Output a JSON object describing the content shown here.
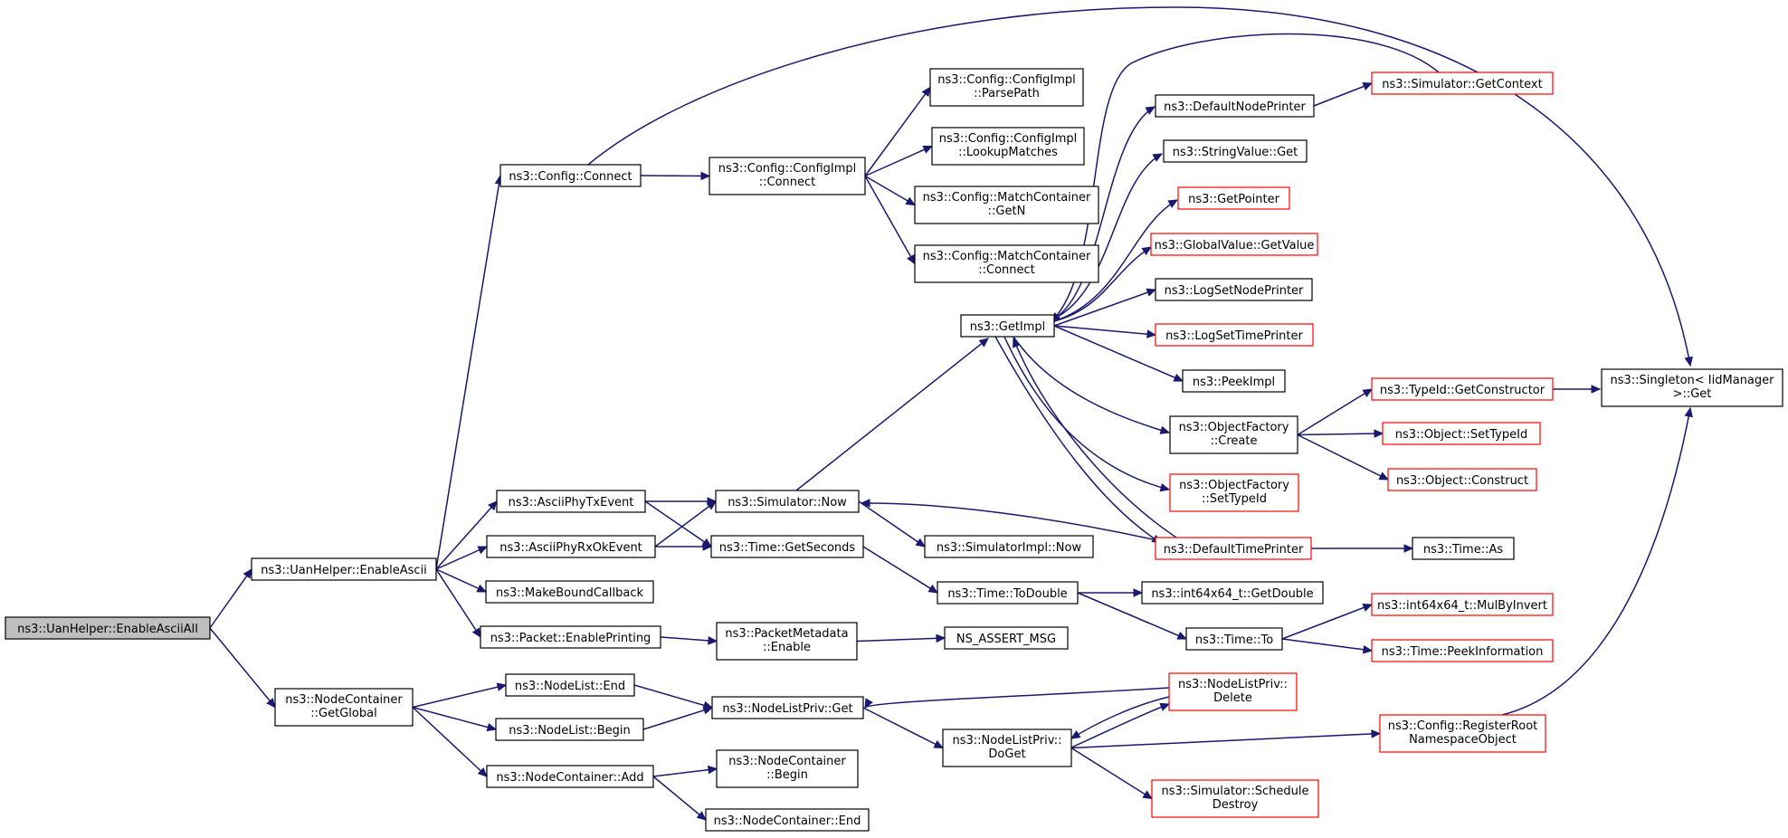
{
  "colors": {
    "edge": "#191970",
    "boxBorder": "#000000",
    "truncatedBorder": "#ff0000",
    "rootFill": "#bfbfbf"
  },
  "nodes": [
    {
      "id": "root",
      "lines": [
        "ns3::UanHelper::EnableAsciiAll"
      ],
      "kind": "root"
    },
    {
      "id": "enableAscii",
      "lines": [
        "ns3::UanHelper::EnableAscii"
      ],
      "kind": "normal"
    },
    {
      "id": "ncGlobal",
      "lines": [
        "ns3::NodeContainer",
        "::GetGlobal"
      ],
      "kind": "normal"
    },
    {
      "id": "cfgConnect",
      "lines": [
        "ns3::Config::Connect"
      ],
      "kind": "normal"
    },
    {
      "id": "phyTx",
      "lines": [
        "ns3::AsciiPhyTxEvent"
      ],
      "kind": "normal"
    },
    {
      "id": "phyRxOk",
      "lines": [
        "ns3::AsciiPhyRxOkEvent"
      ],
      "kind": "normal"
    },
    {
      "id": "mkBound",
      "lines": [
        "ns3::MakeBoundCallback"
      ],
      "kind": "normal"
    },
    {
      "id": "pktPrint",
      "lines": [
        "ns3::Packet::EnablePrinting"
      ],
      "kind": "normal"
    },
    {
      "id": "nlEnd",
      "lines": [
        "ns3::NodeList::End"
      ],
      "kind": "normal"
    },
    {
      "id": "nlBegin",
      "lines": [
        "ns3::NodeList::Begin"
      ],
      "kind": "normal"
    },
    {
      "id": "ncAdd",
      "lines": [
        "ns3::NodeContainer::Add"
      ],
      "kind": "normal"
    },
    {
      "id": "cfgImplConnect",
      "lines": [
        "ns3::Config::ConfigImpl",
        "::Connect"
      ],
      "kind": "normal"
    },
    {
      "id": "simNow",
      "lines": [
        "ns3::Simulator::Now"
      ],
      "kind": "normal"
    },
    {
      "id": "timeGetSec",
      "lines": [
        "ns3::Time::GetSeconds"
      ],
      "kind": "normal"
    },
    {
      "id": "pmEnable",
      "lines": [
        "ns3::PacketMetadata",
        "::Enable"
      ],
      "kind": "normal"
    },
    {
      "id": "nlpGet",
      "lines": [
        "ns3::NodeListPriv::Get"
      ],
      "kind": "normal"
    },
    {
      "id": "ncBegin",
      "lines": [
        "ns3::NodeContainer",
        "::Begin"
      ],
      "kind": "normal"
    },
    {
      "id": "ncEnd",
      "lines": [
        "ns3::NodeContainer::End"
      ],
      "kind": "normal"
    },
    {
      "id": "parsePath",
      "lines": [
        "ns3::Config::ConfigImpl",
        "::ParsePath"
      ],
      "kind": "normal"
    },
    {
      "id": "lookup",
      "lines": [
        "ns3::Config::ConfigImpl",
        "::LookupMatches"
      ],
      "kind": "normal"
    },
    {
      "id": "mcGetN",
      "lines": [
        "ns3::Config::MatchContainer",
        "::GetN"
      ],
      "kind": "normal"
    },
    {
      "id": "mcConnect",
      "lines": [
        "ns3::Config::MatchContainer",
        "::Connect"
      ],
      "kind": "normal"
    },
    {
      "id": "getImpl",
      "lines": [
        "ns3::GetImpl"
      ],
      "kind": "normal"
    },
    {
      "id": "simImplNow",
      "lines": [
        "ns3::SimulatorImpl::Now"
      ],
      "kind": "normal"
    },
    {
      "id": "toDouble",
      "lines": [
        "ns3::Time::ToDouble"
      ],
      "kind": "normal"
    },
    {
      "id": "nsAssert",
      "lines": [
        "NS_ASSERT_MSG"
      ],
      "kind": "normal"
    },
    {
      "id": "nlpDoGet",
      "lines": [
        "ns3::NodeListPriv::",
        "DoGet"
      ],
      "kind": "normal"
    },
    {
      "id": "defNodePr",
      "lines": [
        "ns3::DefaultNodePrinter"
      ],
      "kind": "normal"
    },
    {
      "id": "strValGet",
      "lines": [
        "ns3::StringValue::Get"
      ],
      "kind": "normal"
    },
    {
      "id": "getPointer",
      "lines": [
        "ns3::GetPointer"
      ],
      "kind": "red"
    },
    {
      "id": "gvGetValue",
      "lines": [
        "ns3::GlobalValue::GetValue"
      ],
      "kind": "red"
    },
    {
      "id": "logSetNode",
      "lines": [
        "ns3::LogSetNodePrinter"
      ],
      "kind": "normal"
    },
    {
      "id": "logSetTime",
      "lines": [
        "ns3::LogSetTimePrinter"
      ],
      "kind": "red"
    },
    {
      "id": "peekImpl",
      "lines": [
        "ns3::PeekImpl"
      ],
      "kind": "normal"
    },
    {
      "id": "ofCreate",
      "lines": [
        "ns3::ObjectFactory",
        "::Create"
      ],
      "kind": "normal"
    },
    {
      "id": "ofSetType",
      "lines": [
        "ns3::ObjectFactory",
        "::SetTypeId"
      ],
      "kind": "red"
    },
    {
      "id": "defTimePr",
      "lines": [
        "ns3::DefaultTimePrinter"
      ],
      "kind": "red"
    },
    {
      "id": "getDouble",
      "lines": [
        "ns3::int64x64_t::GetDouble"
      ],
      "kind": "normal"
    },
    {
      "id": "timeTo",
      "lines": [
        "ns3::Time::To"
      ],
      "kind": "normal"
    },
    {
      "id": "nlpDelete",
      "lines": [
        "ns3::NodeListPriv::",
        "Delete"
      ],
      "kind": "red"
    },
    {
      "id": "regRoot",
      "lines": [
        "ns3::Config::RegisterRoot",
        "NamespaceObject"
      ],
      "kind": "red"
    },
    {
      "id": "schedDestroy",
      "lines": [
        "ns3::Simulator::Schedule",
        "Destroy"
      ],
      "kind": "red"
    },
    {
      "id": "simGetCtx",
      "lines": [
        "ns3::Simulator::GetContext"
      ],
      "kind": "red"
    },
    {
      "id": "tidGetCtor",
      "lines": [
        "ns3::TypeId::GetConstructor"
      ],
      "kind": "red"
    },
    {
      "id": "objSetType",
      "lines": [
        "ns3::Object::SetTypeId"
      ],
      "kind": "red"
    },
    {
      "id": "objConstruct",
      "lines": [
        "ns3::Object::Construct"
      ],
      "kind": "red"
    },
    {
      "id": "timeAs",
      "lines": [
        "ns3::Time::As"
      ],
      "kind": "normal"
    },
    {
      "id": "mulByInv",
      "lines": [
        "ns3::int64x64_t::MulByInvert"
      ],
      "kind": "red"
    },
    {
      "id": "peekInfo",
      "lines": [
        "ns3::Time::PeekInformation"
      ],
      "kind": "red"
    },
    {
      "id": "singleton",
      "lines": [
        "ns3::Singleton< IidManager",
        " >::Get"
      ],
      "kind": "normal"
    }
  ],
  "edges": [
    [
      "root",
      "enableAscii"
    ],
    [
      "root",
      "ncGlobal"
    ],
    [
      "enableAscii",
      "cfgConnect"
    ],
    [
      "enableAscii",
      "phyTx"
    ],
    [
      "enableAscii",
      "phyRxOk"
    ],
    [
      "enableAscii",
      "mkBound"
    ],
    [
      "enableAscii",
      "pktPrint"
    ],
    [
      "cfgConnect",
      "cfgImplConnect"
    ],
    [
      "cfgConnect",
      "singleton"
    ],
    [
      "cfgImplConnect",
      "parsePath"
    ],
    [
      "cfgImplConnect",
      "lookup"
    ],
    [
      "cfgImplConnect",
      "mcGetN"
    ],
    [
      "cfgImplConnect",
      "mcConnect"
    ],
    [
      "phyTx",
      "simNow"
    ],
    [
      "phyTx",
      "timeGetSec"
    ],
    [
      "phyRxOk",
      "simNow"
    ],
    [
      "phyRxOk",
      "timeGetSec"
    ],
    [
      "simNow",
      "getImpl"
    ],
    [
      "simNow",
      "simImplNow"
    ],
    [
      "timeGetSec",
      "toDouble"
    ],
    [
      "toDouble",
      "getDouble"
    ],
    [
      "toDouble",
      "timeTo"
    ],
    [
      "timeTo",
      "mulByInv"
    ],
    [
      "timeTo",
      "peekInfo"
    ],
    [
      "pktPrint",
      "pmEnable"
    ],
    [
      "pmEnable",
      "nsAssert"
    ],
    [
      "getImpl",
      "defNodePr"
    ],
    [
      "getImpl",
      "strValGet"
    ],
    [
      "getImpl",
      "getPointer"
    ],
    [
      "getImpl",
      "gvGetValue"
    ],
    [
      "getImpl",
      "logSetNode"
    ],
    [
      "getImpl",
      "logSetTime"
    ],
    [
      "getImpl",
      "peekImpl"
    ],
    [
      "getImpl",
      "ofCreate"
    ],
    [
      "getImpl",
      "ofSetType"
    ],
    [
      "getImpl",
      "defTimePr"
    ],
    [
      "defNodePr",
      "simGetCtx"
    ],
    [
      "simGetCtx",
      "getImpl"
    ],
    [
      "defTimePr",
      "getImpl"
    ],
    [
      "defTimePr",
      "simNow"
    ],
    [
      "defTimePr",
      "timeAs"
    ],
    [
      "ofCreate",
      "tidGetCtor"
    ],
    [
      "ofCreate",
      "objSetType"
    ],
    [
      "ofCreate",
      "objConstruct"
    ],
    [
      "tidGetCtor",
      "singleton"
    ],
    [
      "ncGlobal",
      "nlEnd"
    ],
    [
      "ncGlobal",
      "nlBegin"
    ],
    [
      "ncGlobal",
      "ncAdd"
    ],
    [
      "nlEnd",
      "nlpGet"
    ],
    [
      "nlBegin",
      "nlpGet"
    ],
    [
      "ncAdd",
      "ncBegin"
    ],
    [
      "ncAdd",
      "ncEnd"
    ],
    [
      "nlpGet",
      "nlpDoGet"
    ],
    [
      "nlpDoGet",
      "nlpDelete"
    ],
    [
      "nlpDoGet",
      "regRoot"
    ],
    [
      "nlpDoGet",
      "schedDestroy"
    ],
    [
      "nlpDelete",
      "nlpGet"
    ],
    [
      "nlpDelete",
      "nlpDoGet"
    ],
    [
      "regRoot",
      "singleton"
    ]
  ]
}
